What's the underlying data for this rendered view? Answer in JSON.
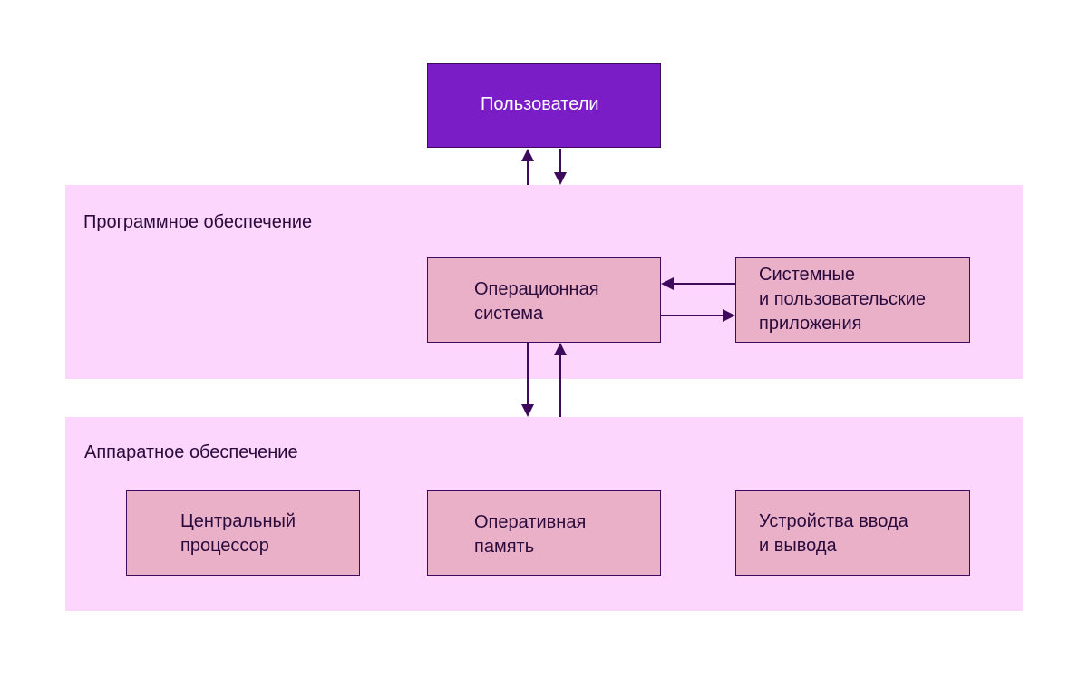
{
  "users": {
    "label": "Пользователи",
    "color": "#7b1dc7"
  },
  "software": {
    "label": "Программное обеспечение",
    "os": {
      "line1": "Операционная",
      "line2": "система"
    },
    "apps": {
      "line1": "Системные",
      "line2": "и пользовательские",
      "line3": "приложения"
    }
  },
  "hardware": {
    "label": "Аппаратное обеспечение",
    "cpu": {
      "line1": "Центральный",
      "line2": "процессор"
    },
    "ram": {
      "line1": "Оперативная",
      "line2": "память"
    },
    "io": {
      "line1": "Устройства ввода",
      "line2": "и вывода"
    }
  },
  "colors": {
    "band": "#fcd6fc",
    "box": "#e9b0c8",
    "border": "#3d0a5c",
    "arrow": "#3d0a5c"
  }
}
